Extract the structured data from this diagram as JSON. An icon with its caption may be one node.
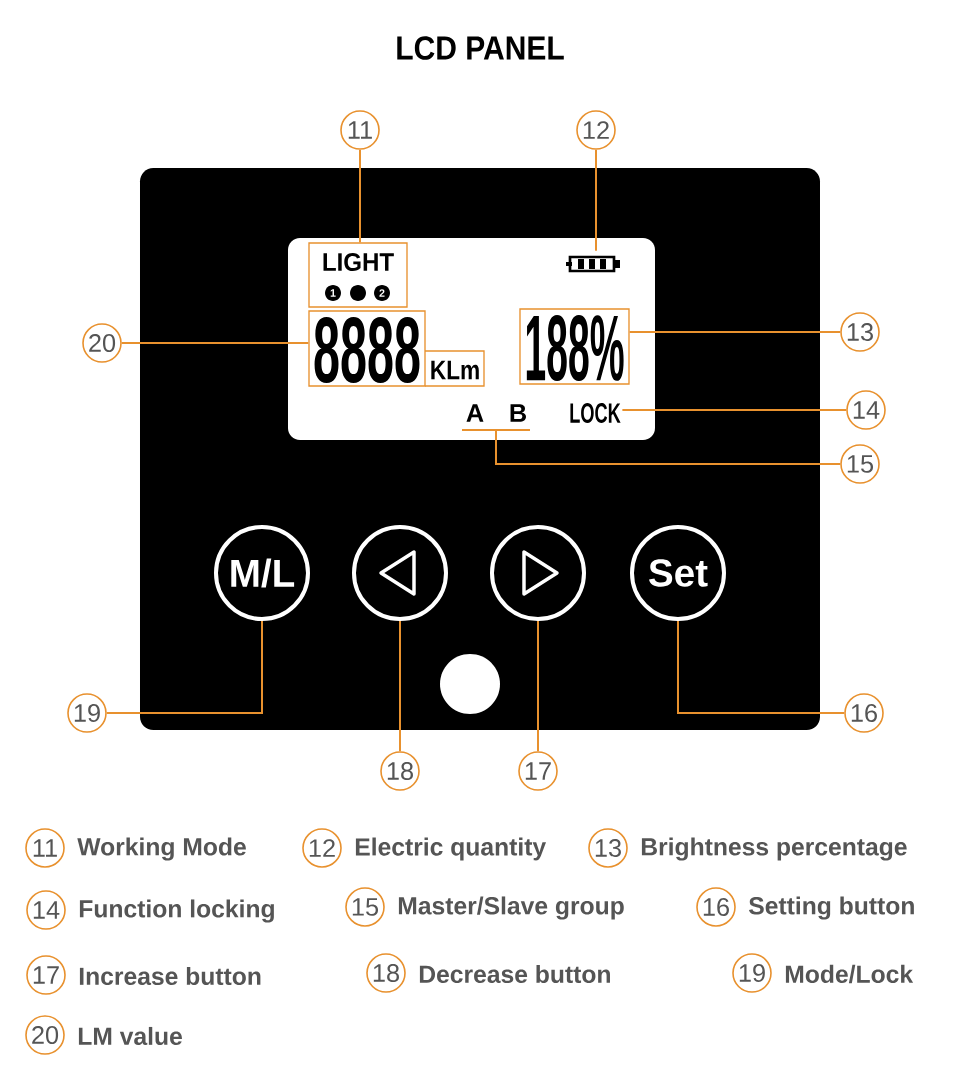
{
  "diagram": {
    "title": "LCD PANEL",
    "nodes": [
      {
        "text": [],
        "shape": "box"
      },
      {
        "text": [],
        "shape": "box",
        "in": 0
      },
      {
        "text": [
          "LIGHT",
          "1",
          "2"
        ],
        "in": 1
      },
      {
        "text": [],
        "shape": "battery",
        "in": 1
      },
      {
        "text": [
          "8888",
          "KLm"
        ],
        "in": 1
      },
      {
        "text": [
          "188%"
        ],
        "in": 1
      },
      {
        "text": [
          "LOCK"
        ],
        "in": 1
      },
      {
        "text": [
          "A",
          "B"
        ],
        "in": 1
      },
      {
        "text": [
          "M/L"
        ],
        "in": 0
      },
      {
        "text": [],
        "shape": "circle",
        "in": 0
      },
      {
        "text": [],
        "shape": "circle",
        "in": 0
      },
      {
        "text": [
          "Set"
        ],
        "in": 0
      },
      {
        "text": [
          "11"
        ]
      },
      {
        "text": [
          "12"
        ]
      },
      {
        "text": [
          "13"
        ]
      },
      {
        "text": [
          "14"
        ]
      },
      {
        "text": [
          "15"
        ]
      },
      {
        "text": [
          "16"
        ]
      },
      {
        "text": [
          "17"
        ]
      },
      {
        "text": [
          "18"
        ]
      },
      {
        "text": [
          "19"
        ]
      },
      {
        "text": [
          "20"
        ]
      },
      {
        "text": [
          "11"
        ],
        "beside": [
          "Working Mode"
        ]
      },
      {
        "text": [
          "12"
        ],
        "beside": [
          "Electric quantity"
        ]
      },
      {
        "text": [
          "13"
        ],
        "beside": [
          "Brightness percentage"
        ]
      },
      {
        "text": [
          "14"
        ],
        "beside": [
          "Function locking"
        ]
      },
      {
        "text": [
          "15"
        ],
        "beside": [
          "Master/Slave group"
        ]
      },
      {
        "text": [
          "16"
        ],
        "beside": [
          "Setting button"
        ]
      },
      {
        "text": [
          "17"
        ],
        "beside": [
          "Increase button"
        ]
      },
      {
        "text": [
          "18"
        ],
        "beside": [
          "Decrease button"
        ]
      },
      {
        "text": [
          "19"
        ],
        "beside": [
          "Mode/Lock"
        ]
      },
      {
        "text": [
          "20"
        ],
        "beside": [
          "LM value"
        ]
      }
    ],
    "edges": [
      {
        "from": 12,
        "to": 2,
        "arrow": "none"
      },
      {
        "from": 13,
        "to": 3,
        "arrow": "none"
      },
      {
        "from": 14,
        "to": 5,
        "arrow": "none"
      },
      {
        "from": 15,
        "to": 6,
        "arrow": "none"
      },
      {
        "from": 16,
        "to": 7,
        "arrow": "none"
      },
      {
        "from": 17,
        "to": 11,
        "arrow": "none"
      },
      {
        "from": 18,
        "to": 10,
        "arrow": "none"
      },
      {
        "from": 19,
        "to": 9,
        "arrow": "none"
      },
      {
        "from": 20,
        "to": 8,
        "arrow": "none"
      },
      {
        "from": 21,
        "to": 4,
        "arrow": "none"
      }
    ]
  }
}
